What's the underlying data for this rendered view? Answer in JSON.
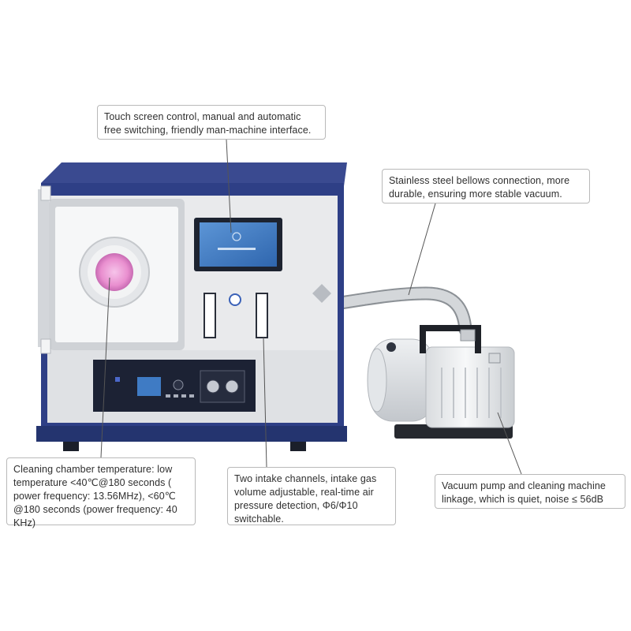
{
  "callouts": {
    "touch_screen": "Touch screen control, manual and automatic free switching, friendly man-machine interface.",
    "bellows": "Stainless steel bellows connection, more durable, ensuring more stable vacuum.",
    "chamber_temperature": "Cleaning chamber temperature: low temperature <40℃@180 seconds ( power frequency: 13.56MHz), <60℃ @180 seconds (power frequency: 40 KHz)",
    "intake_channels": "Two intake channels, intake gas volume adjustable, real-time air pressure detection, Φ6/Φ10 switchable.",
    "vacuum_pump": "Vacuum pump and cleaning machine linkage, which is quiet, noise ≤ 56dB"
  },
  "colors": {
    "cabinet_blue": "#2e3f86",
    "panel_gray": "#e9eaec",
    "screen_blue": "#3f7bc4",
    "plasma_pink": "#e98fcf",
    "control_panel": "#1c2234"
  }
}
